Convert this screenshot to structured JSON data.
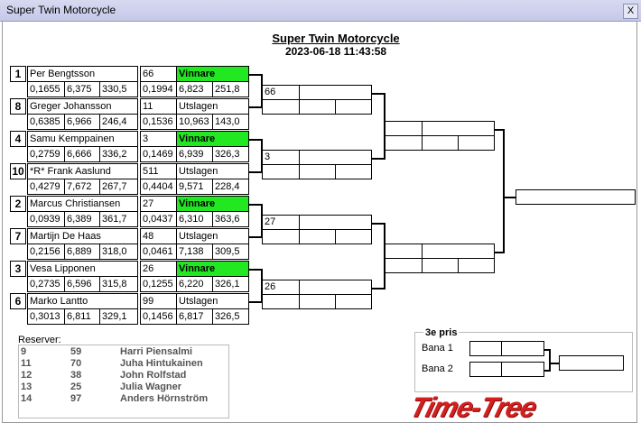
{
  "window": {
    "title": "Super Twin Motorcycle",
    "close_label": "X"
  },
  "header": {
    "title": "Super Twin Motorcycle",
    "datetime": "2023-06-18 11:43:58"
  },
  "heats": [
    {
      "seed": "1",
      "name": "Per Bengtsson",
      "stats": [
        "0,1655",
        "6,375",
        "330,5"
      ],
      "num": "66",
      "status": "Vinnare",
      "stats2": [
        "0,1994",
        "6,823",
        "251,8"
      ],
      "winner": true
    },
    {
      "seed": "8",
      "name": "Greger Johansson",
      "stats": [
        "0,6385",
        "6,966",
        "246,4"
      ],
      "num": "11",
      "status": "Utslagen",
      "stats2": [
        "0,1536",
        "10,963",
        "143,0"
      ],
      "winner": false
    },
    {
      "seed": "4",
      "name": "Samu Kemppainen",
      "stats": [
        "0,2759",
        "6,666",
        "336,2"
      ],
      "num": "3",
      "status": "Vinnare",
      "stats2": [
        "0,1469",
        "6,939",
        "326,3"
      ],
      "winner": true
    },
    {
      "seed": "10",
      "name": "*R* Frank Aaslund",
      "stats": [
        "0,4279",
        "7,672",
        "267,7"
      ],
      "num": "511",
      "status": "Utslagen",
      "stats2": [
        "0,4404",
        "9,571",
        "228,4"
      ],
      "winner": false
    },
    {
      "seed": "2",
      "name": "Marcus Christiansen",
      "stats": [
        "0,0939",
        "6,389",
        "361,7"
      ],
      "num": "27",
      "status": "Vinnare",
      "stats2": [
        "0,0437",
        "6,310",
        "363,6"
      ],
      "winner": true
    },
    {
      "seed": "7",
      "name": "Martijn De Haas",
      "stats": [
        "0,2156",
        "6,889",
        "318,0"
      ],
      "num": "48",
      "status": "Utslagen",
      "stats2": [
        "0,0461",
        "7,138",
        "309,5"
      ],
      "winner": false
    },
    {
      "seed": "3",
      "name": "Vesa Lipponen",
      "stats": [
        "0,2735",
        "6,596",
        "315,8"
      ],
      "num": "26",
      "status": "Vinnare",
      "stats2": [
        "0,1255",
        "6,220",
        "326,1"
      ],
      "winner": true
    },
    {
      "seed": "6",
      "name": "Marko Lantto",
      "stats": [
        "0,3013",
        "6,811",
        "329,1"
      ],
      "num": "99",
      "status": "Utslagen",
      "stats2": [
        "0,1456",
        "6,817",
        "326,5"
      ],
      "winner": false
    }
  ],
  "round2": [
    "66",
    "3",
    "27",
    "26"
  ],
  "reserves": {
    "label": "Reserver:",
    "rows": [
      {
        "pos": "9",
        "num": "59",
        "name": "Harri Piensalmi"
      },
      {
        "pos": "11",
        "num": "70",
        "name": "Juha Hintukainen"
      },
      {
        "pos": "12",
        "num": "38",
        "name": "John Rolfstad"
      },
      {
        "pos": "13",
        "num": "25",
        "name": "Julia Wagner"
      },
      {
        "pos": "14",
        "num": "97",
        "name": "Anders Hörnström"
      }
    ]
  },
  "third_place": {
    "title": "3e pris",
    "lane1": "Bana 1",
    "lane2": "Bana 2"
  },
  "logo": {
    "text": "Time-Tree"
  },
  "colors": {
    "winner": "#22e822",
    "logo": "#d41f1f"
  }
}
